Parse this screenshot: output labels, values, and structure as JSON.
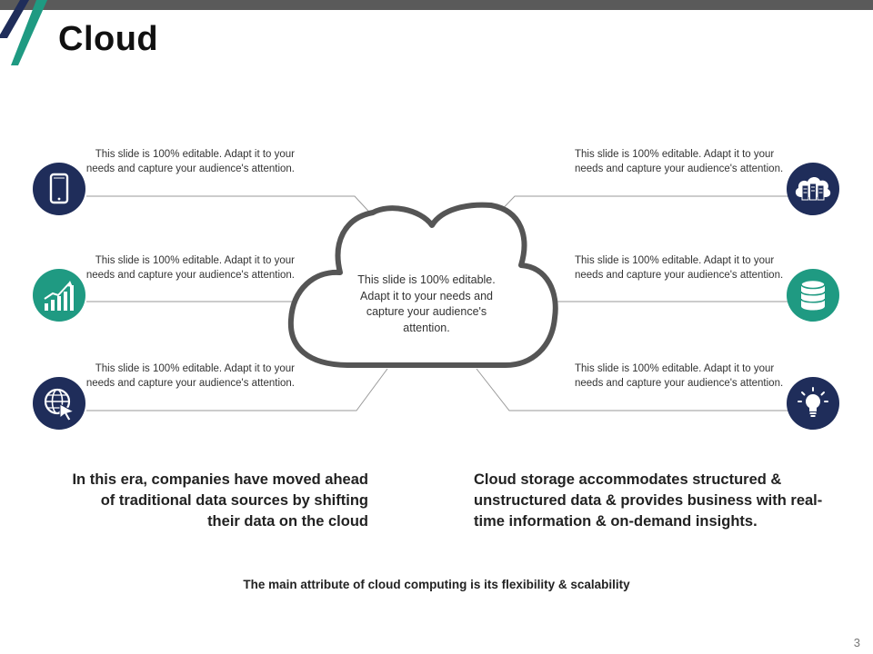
{
  "slide": {
    "title": "Cloud",
    "page_number": "3"
  },
  "cloud": {
    "text": "This slide is 100% editable. Adapt it to your needs and capture your audience's attention."
  },
  "items": [
    {
      "side": "left",
      "icon": "smartphone-icon",
      "color": "#1f2d5a",
      "text": "This slide is 100% editable. Adapt it to your needs and capture your audience's attention."
    },
    {
      "side": "left",
      "icon": "growth-chart-icon",
      "color": "#1f9a82",
      "text": "This slide is 100% editable. Adapt it to your needs and capture your audience's attention."
    },
    {
      "side": "left",
      "icon": "globe-cursor-icon",
      "color": "#1f2d5a",
      "text": "This slide is 100% editable. Adapt it to your needs and capture your audience's attention."
    },
    {
      "side": "right",
      "icon": "cloud-servers-icon",
      "color": "#1f2d5a",
      "text": "This slide is 100% editable. Adapt it to your needs and capture your audience's attention."
    },
    {
      "side": "right",
      "icon": "database-icon",
      "color": "#1f9a82",
      "text": "This slide is 100% editable. Adapt it to your needs and capture your audience's attention."
    },
    {
      "side": "right",
      "icon": "lightbulb-icon",
      "color": "#1f2d5a",
      "text": "This slide is 100% editable. Adapt it to your needs and capture your audience's attention."
    }
  ],
  "statements": {
    "left": "In this era, companies have moved ahead of traditional data sources by shifting their data on the cloud",
    "right": "Cloud storage accommodates structured & unstructured data & provides business with real-time information & on-demand insights."
  },
  "footer": "The main attribute of cloud computing is its flexibility  & scalability",
  "colors": {
    "navy": "#1f2d5a",
    "teal": "#1f9a82",
    "topbar": "#5a5a5a"
  }
}
